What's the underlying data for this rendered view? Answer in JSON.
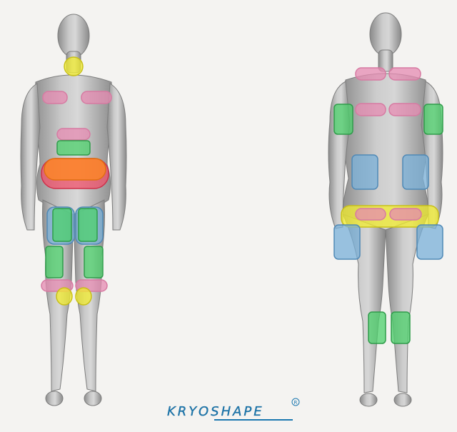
{
  "figures": [
    {
      "name": "front-body-figure",
      "view": "front"
    },
    {
      "name": "back-body-figure",
      "view": "back"
    }
  ],
  "zone_colors": {
    "pink": {
      "fill": "#e58bb1",
      "stroke": "#d77aa2"
    },
    "green": {
      "fill": "#4cd06b",
      "stroke": "#2f9c4a"
    },
    "yellow": {
      "fill": "#f2ec2e",
      "stroke": "#c8c018"
    },
    "orange": {
      "fill": "#ff8a1c",
      "stroke": "#e07010"
    },
    "red": {
      "fill": "#f0506a",
      "stroke": "#d0304a"
    },
    "blue": {
      "fill": "#7ab0d8",
      "stroke": "#4f89b6"
    }
  },
  "logo": {
    "brand": "KRYOSHAPE",
    "tagline": "",
    "mark": "R",
    "colors": {
      "primary": "#1b78b0",
      "accent": "#3a3a3a"
    }
  }
}
